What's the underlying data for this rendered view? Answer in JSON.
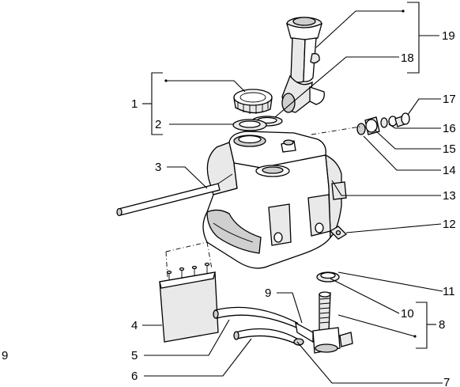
{
  "figure": {
    "page_marker": "9",
    "callouts": {
      "c1": "1",
      "c2": "2",
      "c3": "3",
      "c4": "4",
      "c5": "5",
      "c6": "6",
      "c7": "7",
      "c8": "8",
      "c9": "9",
      "c10": "10",
      "c11": "11",
      "c12": "12",
      "c13": "13",
      "c14": "14",
      "c15": "15",
      "c16": "16",
      "c17": "17",
      "c18": "18",
      "c19": "19"
    }
  }
}
